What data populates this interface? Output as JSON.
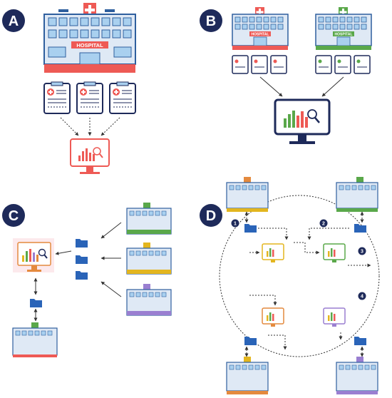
{
  "panels": [
    {
      "letter": "A"
    },
    {
      "letter": "B"
    },
    {
      "letter": "C"
    },
    {
      "letter": "D"
    }
  ],
  "hospital_sign": "HOSPITAL",
  "step_numbers": [
    "1",
    "2",
    "3",
    "4"
  ],
  "colors": {
    "badge": "#1e2a5a",
    "building": "#2f5f9e",
    "window": "#a9d0ef",
    "red": "#ee5a55",
    "green": "#5aa84a",
    "yellow": "#e3b61f",
    "purple": "#9a7fd1",
    "orange": "#e48a3e",
    "folder": "#2a64b8",
    "arrow": "#333333"
  },
  "icons": [
    "hospital-icon",
    "medical-record-icon",
    "monitor-chart-icon",
    "folder-icon",
    "plus-cross-icon"
  ]
}
